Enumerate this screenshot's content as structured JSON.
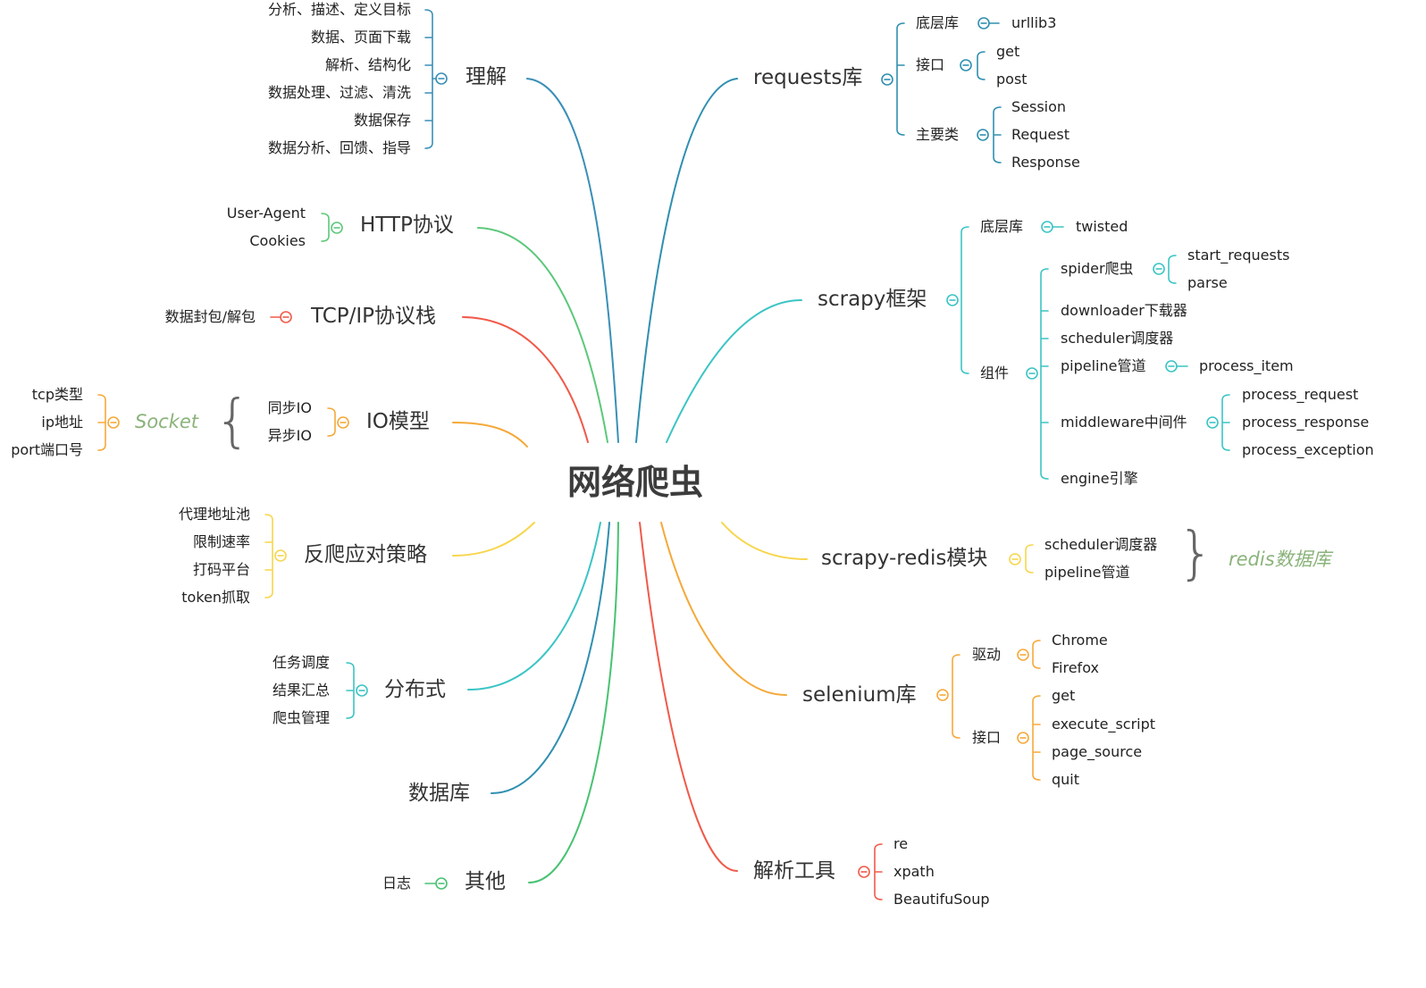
{
  "root": "网络爬虫",
  "branches": {
    "lijie": {
      "label": "理解",
      "items": [
        "分析、描述、定义目标",
        "数据、页面下载",
        "解析、结构化",
        "数据处理、过滤、清洗",
        "数据保存",
        "数据分析、回馈、指导"
      ]
    },
    "http": {
      "label": "HTTP协议",
      "items": [
        "User-Agent",
        "Cookies"
      ]
    },
    "tcpip": {
      "label": "TCP/IP协议栈",
      "items": [
        "数据封包/解包"
      ]
    },
    "io": {
      "label": "IO模型",
      "items": [
        "同步IO",
        "异步IO"
      ],
      "socket": "Socket",
      "socket_items": [
        "tcp类型",
        "ip地址",
        "port端口号"
      ]
    },
    "fanpa": {
      "label": "反爬应对策略",
      "items": [
        "代理地址池",
        "限制速率",
        "打码平台",
        "token抓取"
      ]
    },
    "fenbu": {
      "label": "分布式",
      "items": [
        "任务调度",
        "结果汇总",
        "爬虫管理"
      ]
    },
    "shujuku": {
      "label": "数据库"
    },
    "qita": {
      "label": "其他",
      "items": [
        "日志"
      ]
    },
    "requests": {
      "label": "requests库",
      "diceng": "底层库",
      "diceng_item": "urllib3",
      "jiekou": "接口",
      "jiekou_items": [
        "get",
        "post"
      ],
      "zhuyao": "主要类",
      "zhuyao_items": [
        "Session",
        "Request",
        "Response"
      ]
    },
    "scrapy": {
      "label": "scrapy框架",
      "diceng": "底层库",
      "diceng_item": "twisted",
      "zujian": "组件",
      "spider": "spider爬虫",
      "spider_items": [
        "start_requests",
        "parse"
      ],
      "downloader": "downloader下载器",
      "scheduler": "scheduler调度器",
      "pipeline": "pipeline管道",
      "pipeline_item": "process_item",
      "middleware": "middleware中间件",
      "middleware_items": [
        "process_request",
        "process_response",
        "process_exception"
      ],
      "engine": "engine引擎"
    },
    "redis": {
      "label": "scrapy-redis模块",
      "items": [
        "scheduler调度器",
        "pipeline管道"
      ],
      "side": "redis数据库"
    },
    "selenium": {
      "label": "selenium库",
      "qudong": "驱动",
      "qudong_items": [
        "Chrome",
        "Firefox"
      ],
      "jiekou": "接口",
      "jiekou_items": [
        "get",
        "execute_script",
        "page_source",
        "quit"
      ]
    },
    "parse": {
      "label": "解析工具",
      "items": [
        "re",
        "xpath",
        "BeautifuSoup"
      ]
    }
  },
  "colors": {
    "lijie": "#3a8fb7",
    "http": "#5cc87a",
    "tcpip": "#f05a4a",
    "io": "#f5a93a",
    "fanpa": "#f7d64c",
    "fenbu": "#3cc4c4",
    "shujuku": "#2f8fb0",
    "qita": "#48c272",
    "requests": "#2f8fb0",
    "scrapy": "#3cc4c4",
    "redis": "#f7d64c",
    "selenium": "#f5a93a",
    "parse": "#f05a4a",
    "socket": "#f5a93a"
  }
}
